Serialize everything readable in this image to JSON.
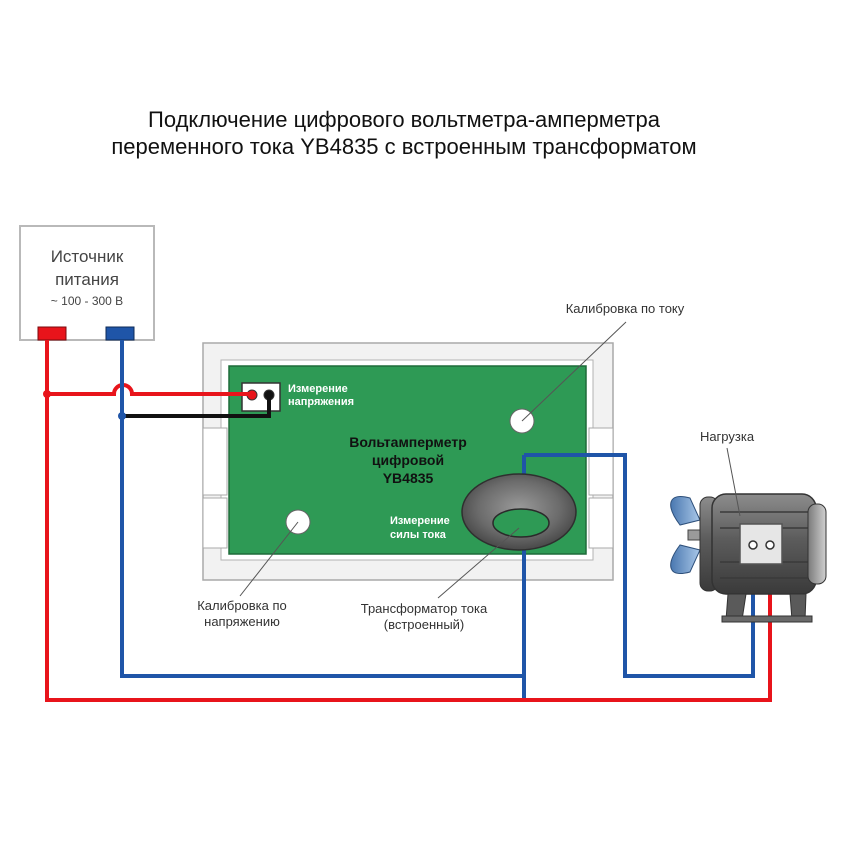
{
  "title": {
    "line1": "Подключение цифрового вольтметра-амперметра",
    "line2": "переменного тока YB4835 с встроенным трансформатом"
  },
  "source": {
    "line1": "Источник",
    "line2": "питания",
    "range": "~ 100 - 300 В"
  },
  "meter": {
    "name_line1": "Вольтамперметр",
    "name_line2": "цифровой",
    "name_line3": "YB4835",
    "voltage_label_line1": "Измерение",
    "voltage_label_line2": "напряжения",
    "current_label_line1": "Измерение",
    "current_label_line2": "силы тока"
  },
  "callouts": {
    "current_calibration": "Калибровка по току",
    "voltage_calibration_line1": "Калибровка по",
    "voltage_calibration_line2": "напряжению",
    "transformer_line1": "Трансформатор тока",
    "transformer_line2": "(встроенный)",
    "load": "Нагрузка"
  },
  "colors": {
    "wire_phase": "#e8141b",
    "wire_neutral": "#1f55a8",
    "wire_signal": "#111111",
    "board": "#2e9a55"
  }
}
